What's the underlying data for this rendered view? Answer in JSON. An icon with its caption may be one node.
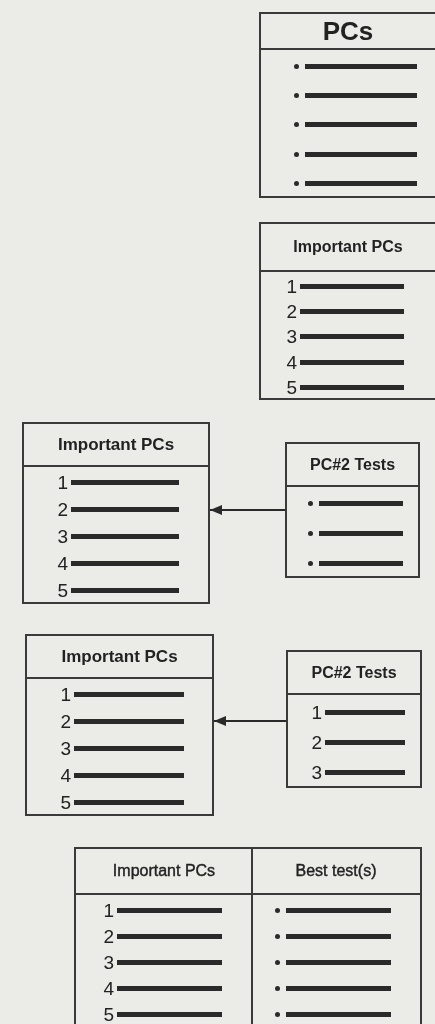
{
  "diagram": {
    "nodes": [
      {
        "text": [
          "PCs"
        ]
      },
      {
        "text": [
          "Important PCs",
          "1",
          "2",
          "3",
          "4",
          "5"
        ]
      },
      {
        "text": [
          "Important PCs",
          "1",
          "2",
          "3",
          "4",
          "5"
        ]
      },
      {
        "text": [
          "PC#2 Tests"
        ]
      },
      {
        "text": [
          "Important PCs",
          "1",
          "2",
          "3",
          "4",
          "5"
        ]
      },
      {
        "text": [
          "PC#2 Tests",
          "1",
          "2",
          "3"
        ]
      },
      {
        "text": [
          "Important PCs",
          "Best test(s)",
          "1",
          "2",
          "3",
          "4",
          "5"
        ]
      }
    ],
    "edges": [
      {
        "from": 3,
        "to": 2,
        "arrow": "to"
      },
      {
        "from": 5,
        "to": 4,
        "arrow": "to"
      }
    ]
  }
}
